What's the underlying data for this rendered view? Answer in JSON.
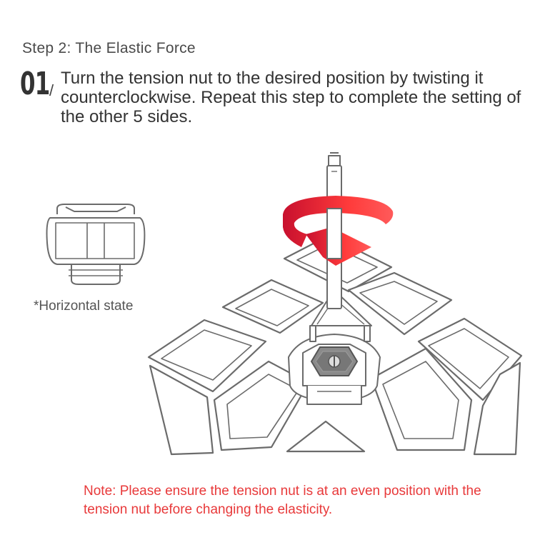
{
  "step": {
    "title": "Step 2: The Elastic Force",
    "number": "01",
    "slash": "/",
    "instruction": "Turn the tension nut to the desired position by twisting it counterclockwise. Repeat this step to complete the setting of the other 5 sides."
  },
  "inset": {
    "caption": "*Horizontal state",
    "icon": "tension-nut-icon"
  },
  "note": {
    "text": "Note: Please ensure the tension nut is at an even position with the tension nut before changing the elasticity."
  },
  "colors": {
    "text": "#333333",
    "line": "#6b6b6b",
    "accent_red": "#e8393a"
  }
}
